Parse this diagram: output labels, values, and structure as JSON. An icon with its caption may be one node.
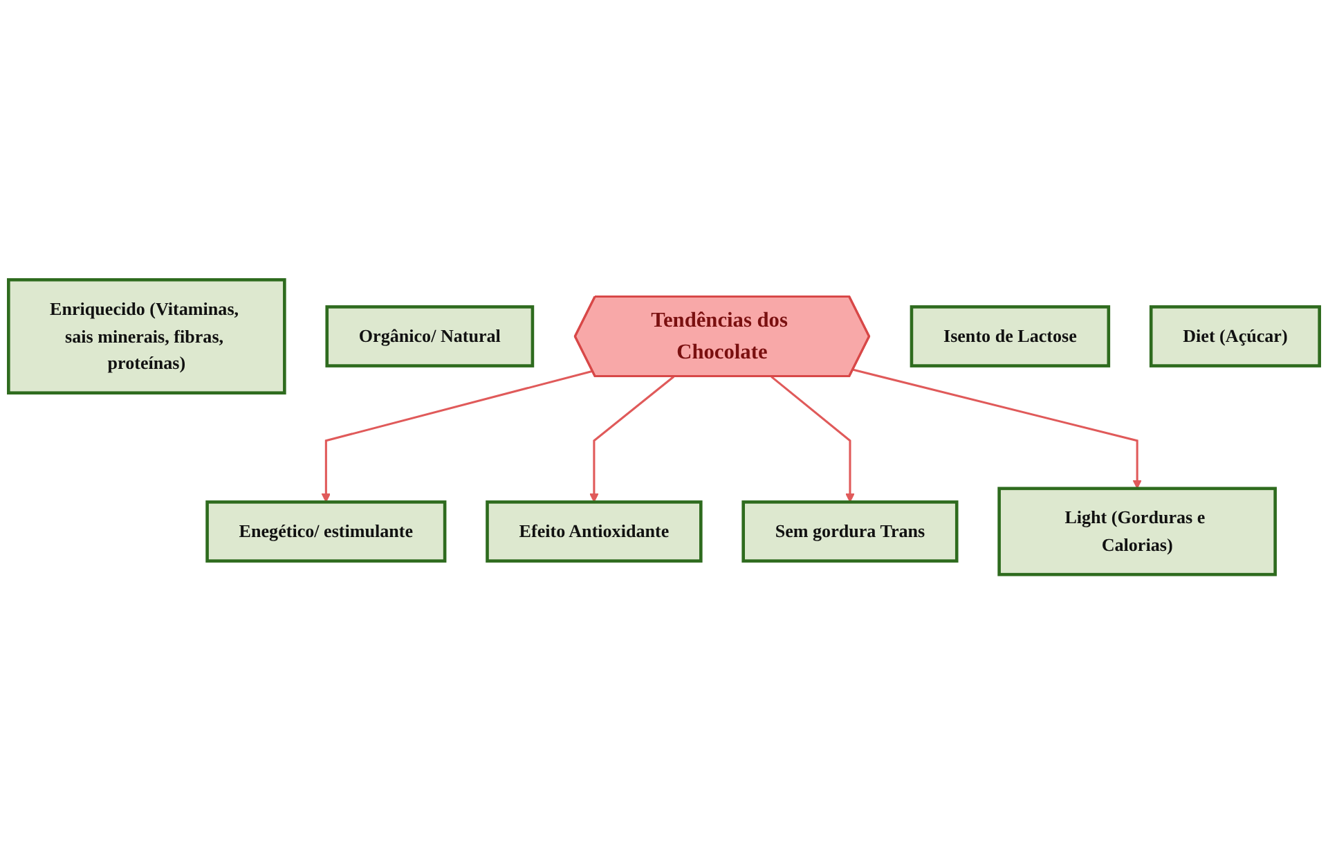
{
  "diagram": {
    "nodes": [
      {
        "text": [
          "Enegético/ estimulante"
        ]
      },
      {
        "text": [
          "Orgânico/ Natural"
        ]
      },
      {
        "text": [
          "Isento de Lactose"
        ]
      },
      {
        "text": [
          "Efeito Antioxidante"
        ]
      },
      {
        "text": [
          "Tendências dos Chocolate"
        ]
      },
      {
        "text": [
          "Sem gordura Trans"
        ]
      },
      {
        "text": [
          "Enriquecido (Vitaminas, sais minerais, fibras, proteínas)"
        ]
      },
      {
        "text": [
          "Light (Gorduras e Calorias)"
        ]
      },
      {
        "text": [
          "Diet (Açúcar)"
        ]
      }
    ],
    "edges": [
      {
        "from": 4,
        "to": 0,
        "arrow": "to"
      },
      {
        "from": 4,
        "to": 3,
        "arrow": "to"
      },
      {
        "from": 4,
        "to": 5,
        "arrow": "to"
      },
      {
        "from": 4,
        "to": 7,
        "arrow": "to"
      }
    ]
  }
}
